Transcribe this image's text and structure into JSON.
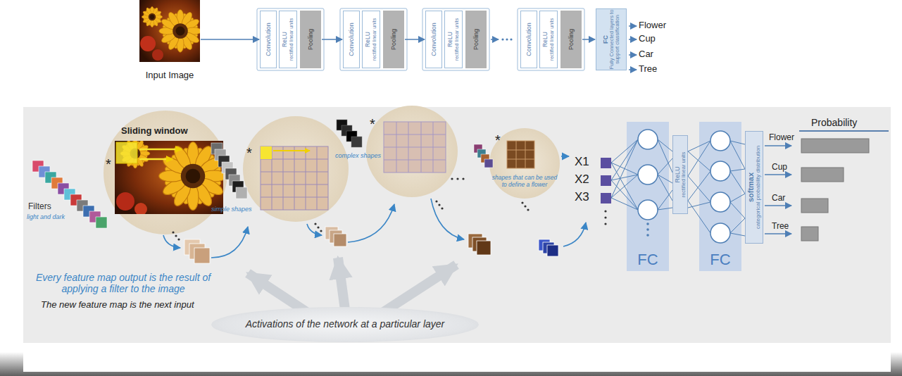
{
  "diagram": {
    "nodes": [
      {
        "text": [
          "Input Image"
        ]
      },
      {
        "text": [
          "Convolution"
        ]
      },
      {
        "text": [
          "ReLU",
          "rectified linear units"
        ]
      },
      {
        "text": [
          "Pooling"
        ]
      },
      {
        "text": [
          "Convolution"
        ]
      },
      {
        "text": [
          "ReLU",
          "rectified linear units"
        ]
      },
      {
        "text": [
          "Pooling"
        ]
      },
      {
        "text": [
          "Convolution"
        ]
      },
      {
        "text": [
          "ReLU",
          "rectified linear units"
        ]
      },
      {
        "text": [
          "Pooling"
        ]
      },
      {
        "text": [
          "Convolution"
        ]
      },
      {
        "text": [
          "ReLU",
          "rectified linear units"
        ]
      },
      {
        "text": [
          "Pooling"
        ]
      },
      {
        "text": [
          "FC",
          "Fully Connected layers to support classification"
        ]
      },
      {
        "text": [
          "FC"
        ]
      },
      {
        "text": [
          "ReLU",
          "rectified linear units"
        ]
      },
      {
        "text": [
          "FC"
        ]
      },
      {
        "text": [
          "softmax",
          "categorical probability distribution"
        ]
      },
      {
        "text": [
          "Activations of the network at a particular layer"
        ]
      }
    ],
    "edges": [
      {
        "from": 0,
        "to": 1,
        "arrow": "to"
      },
      {
        "from": 3,
        "to": 4,
        "arrow": "to"
      },
      {
        "from": 6,
        "to": 7,
        "arrow": "to"
      },
      {
        "from": 12,
        "to": 13,
        "arrow": "to"
      }
    ],
    "labels": [
      "Flower",
      "Cup",
      "Car",
      "Tree",
      "Sliding window",
      "Filters",
      "light and dark",
      "*",
      "simple shapes",
      "*",
      "complex shapes",
      "*",
      "shapes that can be used to define a flower",
      "*",
      "Every feature map output is the result of applying a filter to the image",
      "The new feature map is the next input",
      "X1",
      "X2",
      "X3",
      "Probability",
      "Flower",
      "Cup",
      "Car",
      "Tree"
    ]
  }
}
